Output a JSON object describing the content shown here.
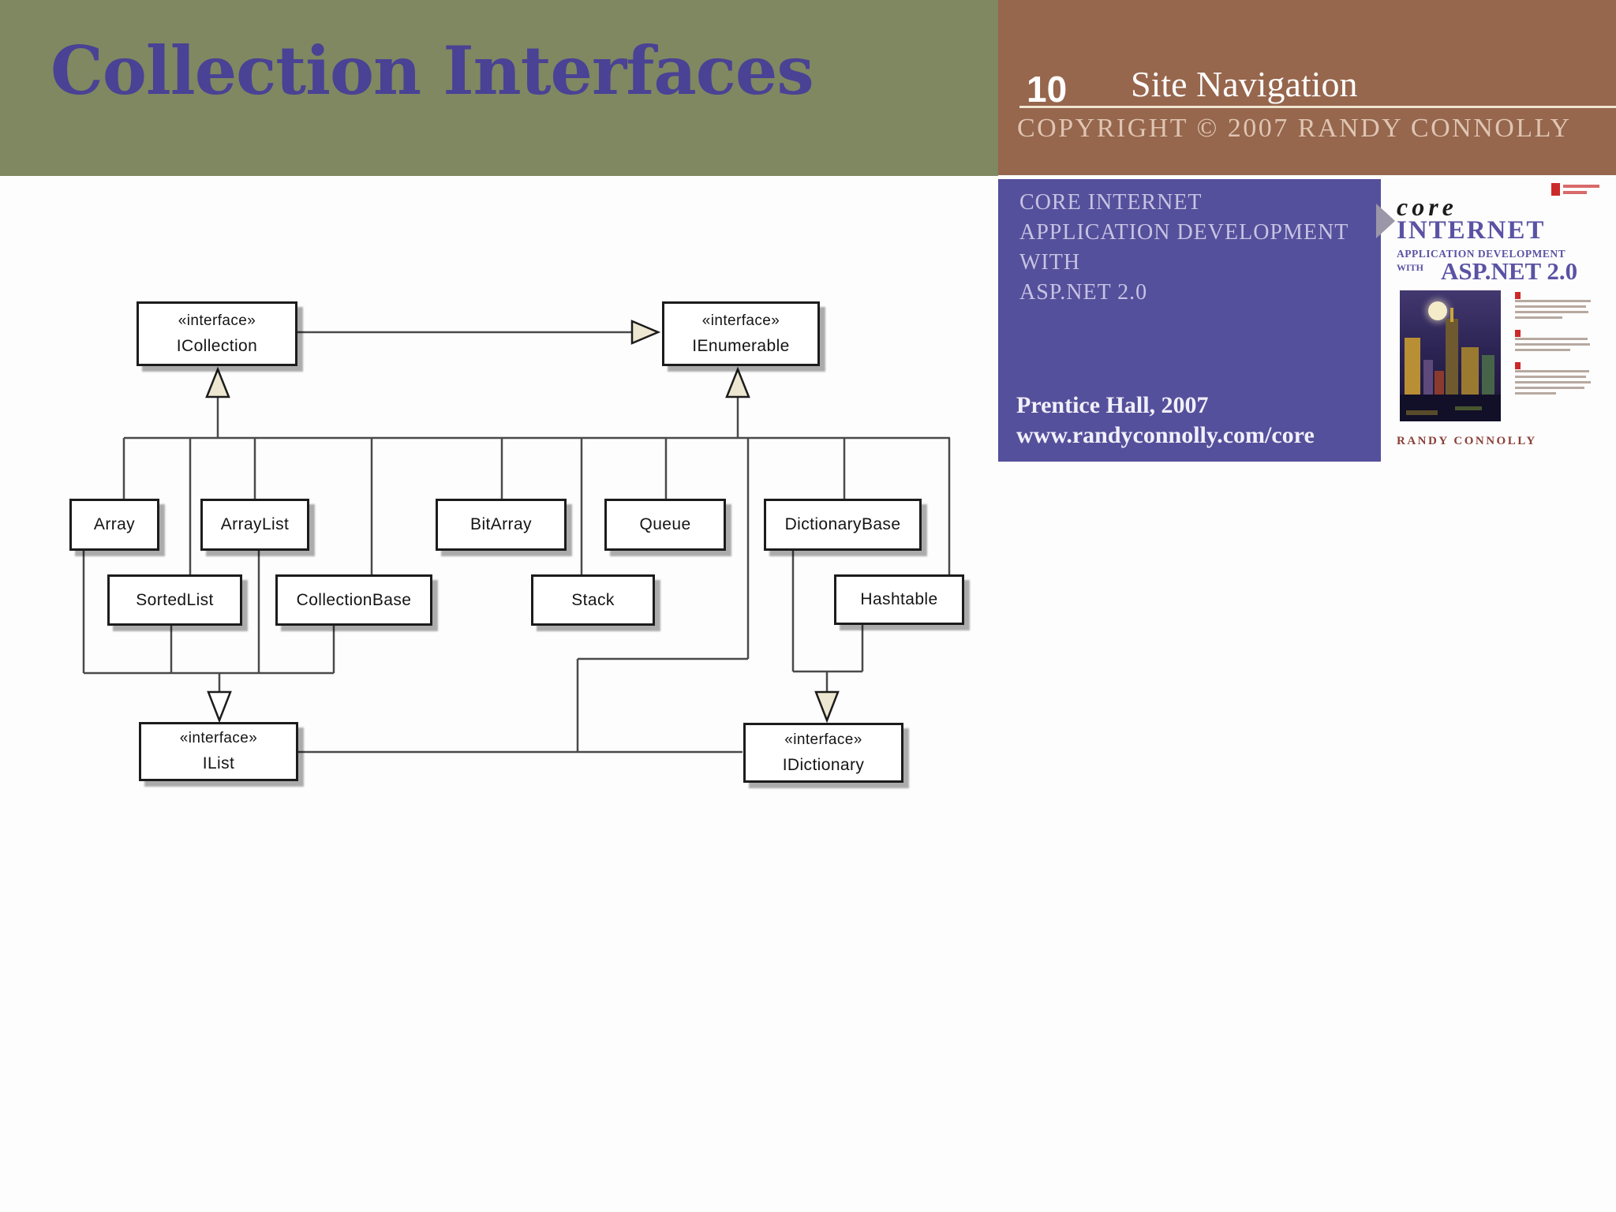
{
  "slide": {
    "title": "Collection Interfaces",
    "colors": {
      "title_band": "#7f8861",
      "title_text": "#4a4294",
      "header_band": "#96664d",
      "info_panel": "#55509b",
      "triangle_fill": "#ede6d0"
    }
  },
  "header": {
    "chapter_number": "10",
    "chapter_title": "Site Navigation",
    "copyright": "COPYRIGHT © 2007 RANDY CONNOLLY"
  },
  "info_panel": {
    "lines": [
      "CORE INTERNET",
      "APPLICATION DEVELOPMENT",
      "WITH",
      "ASP.NET 2.0"
    ],
    "publisher": "Prentice Hall, 2007",
    "url": "www.randyconnolly.com/core"
  },
  "book_cover": {
    "brand": "core",
    "title": "INTERNET",
    "subtitle": "APPLICATION DEVELOPMENT",
    "with_label": "WITH",
    "edition": "ASP.NET 2.0",
    "author": "RANDY CONNOLLY"
  },
  "diagram": {
    "nodes": {
      "icollection": {
        "stereotype": "«interface»",
        "label": "ICollection"
      },
      "ienumerable": {
        "stereotype": "«interface»",
        "label": "IEnumerable"
      },
      "ilist": {
        "stereotype": "«interface»",
        "label": "IList"
      },
      "idictionary": {
        "stereotype": "«interface»",
        "label": "IDictionary"
      },
      "array": {
        "label": "Array"
      },
      "arraylist": {
        "label": "ArrayList"
      },
      "bitarray": {
        "label": "BitArray"
      },
      "queue": {
        "label": "Queue"
      },
      "dictionarybase": {
        "label": "DictionaryBase"
      },
      "sortedlist": {
        "label": "SortedList"
      },
      "collectionbase": {
        "label": "CollectionBase"
      },
      "stack": {
        "label": "Stack"
      },
      "hashtable": {
        "label": "Hashtable"
      }
    }
  }
}
